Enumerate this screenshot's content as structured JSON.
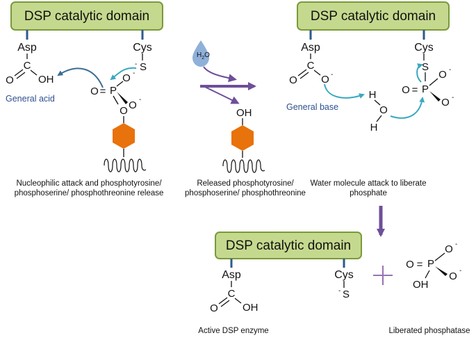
{
  "colors": {
    "domain_fill": "#c5d98e",
    "domain_stroke": "#7a9a3a",
    "stalk": "#2e5a8a",
    "hexagon": "#e8720c",
    "curved_arrow_dark": "#3a6e94",
    "curved_arrow_teal": "#3aa8c0",
    "process_arrow": "#6e4f9a",
    "water_drop": "#8fb0d8",
    "role_text": "#2f4f8f",
    "plus_sign": "#9a72b4"
  },
  "domains": {
    "left": "DSP catalytic domain",
    "right": "DSP catalytic domain",
    "bottom": "DSP catalytic domain"
  },
  "residues": {
    "asp": "Asp",
    "cys": "Cys"
  },
  "atoms": {
    "C": "C",
    "O": "O",
    "OH": "OH",
    "P": "P",
    "S": "S",
    "H": "H",
    "neg": "-",
    "eq": "="
  },
  "water": {
    "label_main": "H",
    "label_sub": "2",
    "label_end": "O"
  },
  "roles": {
    "general_acid": "General acid",
    "general_base": "General base"
  },
  "captions": {
    "step1_line1": "Nucleophilic attack and phosphotyrosine/",
    "step1_line2": "phosphoserine/ phosphothreonine release",
    "step2_line1": "Released phosphotyrosine/",
    "step2_line2": "phosphoserine/ phosphothreonine",
    "step3_line1": "Water molecule  attack to liberate",
    "step3_line2": "phosphate",
    "bottom_enzyme": "Active DSP enzyme",
    "bottom_phosphate": "Liberated phosphatase"
  },
  "icons": [
    "water-drop-icon",
    "hexagon-ring-icon",
    "peptide-chain-icon",
    "reaction-arrow-icon",
    "plus-icon"
  ]
}
